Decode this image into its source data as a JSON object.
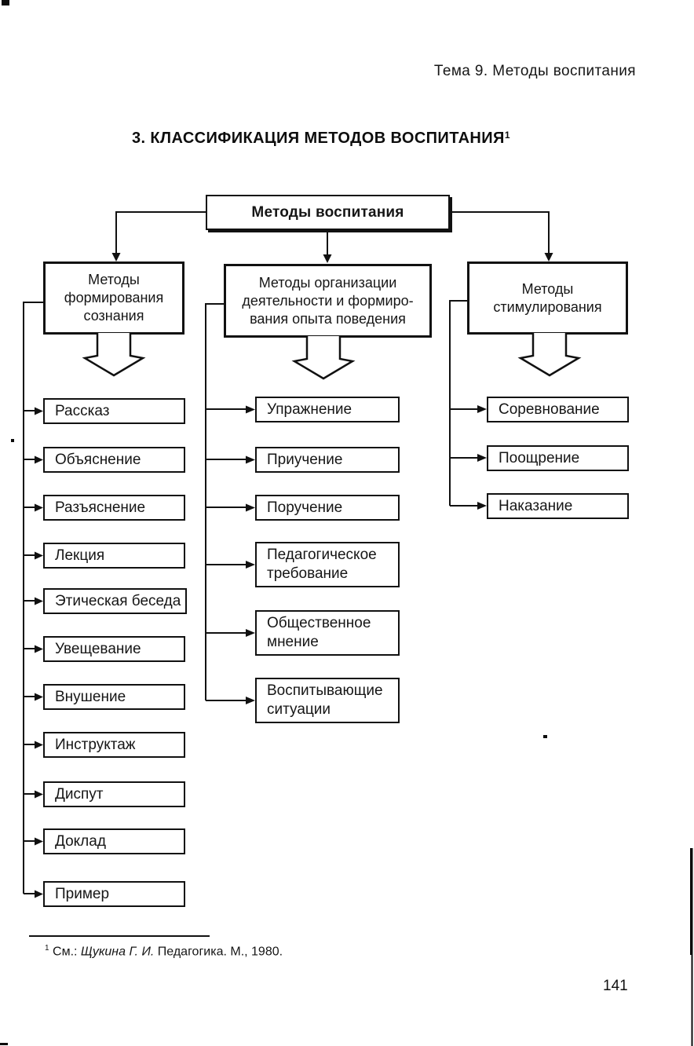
{
  "page": {
    "header": "Тема 9. Методы воспитания",
    "title": "3. КЛАССИФИКАЦИЯ МЕТОДОВ ВОСПИТАНИЯ",
    "title_footnote_mark": "1",
    "page_number": "141",
    "footnote": {
      "mark": "1",
      "prefix": "См.: ",
      "author": "Щукина Г. И.",
      "rest": " Педагогика. М., 1980."
    }
  },
  "colors": {
    "ink": "#111111",
    "paper": "#ffffff"
  },
  "diagram": {
    "root_label": "Методы воспитания",
    "branches": [
      {
        "title_lines": [
          "Методы",
          "формирования",
          "сознания"
        ],
        "items": [
          "Рассказ",
          "Объяснение",
          "Разъяснение",
          "Лекция",
          "Этическая беседа",
          "Увещевание",
          "Внушение",
          "Инструктаж",
          "Диспут",
          "Доклад",
          "Пример"
        ]
      },
      {
        "title_lines": [
          "Методы организации",
          "деятельности и формиро-",
          "вания опыта поведения"
        ],
        "items_multiline": [
          [
            "Упражнение"
          ],
          [
            "Приучение"
          ],
          [
            "Поручение"
          ],
          [
            "Педагогическое",
            "требование"
          ],
          [
            "Общественное",
            "мнение"
          ],
          [
            "Воспитывающие",
            "ситуации"
          ]
        ]
      },
      {
        "title_lines": [
          "Методы",
          "стимулирования"
        ],
        "items": [
          "Соревнование",
          "Поощрение",
          "Наказание"
        ]
      }
    ]
  }
}
